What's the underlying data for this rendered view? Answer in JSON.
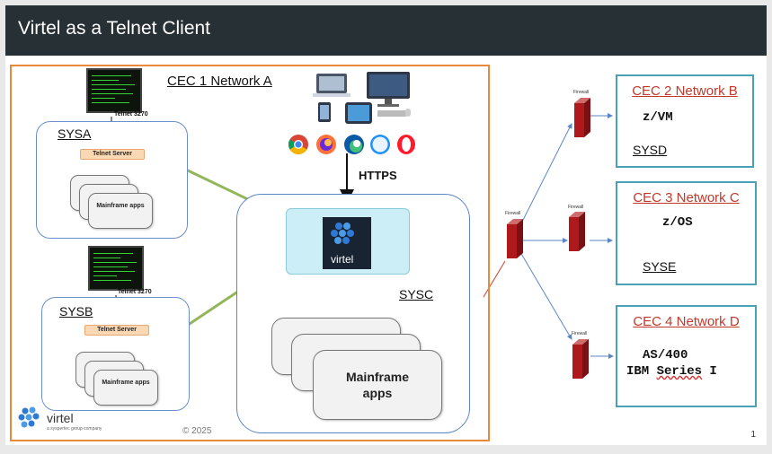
{
  "title": "Virtel as a Telnet Client",
  "cec1": {
    "label": "CEC 1 Network A"
  },
  "sysa": {
    "label": "SYSA",
    "telnet_label": "Telnet 3270",
    "server_label": "Telnet Server",
    "apps_label": "Mainframe apps"
  },
  "sysb": {
    "label": "SYSB",
    "telnet_label": "Telnet 3270",
    "server_label": "Telnet Server",
    "apps_label": "Mainframe apps"
  },
  "sysc": {
    "label": "SYSC",
    "virtel_box_label": "virtel",
    "apps_label": "Mainframe apps"
  },
  "https_label": "HTTPS",
  "firewall_label": "Firewall",
  "cec2": {
    "label": "CEC 2 Network B",
    "os": "z/VM",
    "sys": "SYSD"
  },
  "cec3": {
    "label": "CEC 3 Network C",
    "os": "z/OS",
    "sys": "SYSE"
  },
  "cec4": {
    "label": "CEC 4 Network D",
    "os_line1": "AS/400",
    "os_line2_prefix": "IBM ",
    "os_line2_word": "Series",
    "os_line2_suffix": " I"
  },
  "footer": {
    "logo_text": "virtel",
    "logo_sub": "a syspertec group company",
    "copyright": "© 2025",
    "page": "1"
  },
  "colors": {
    "title_bg": "#273034",
    "cec1_border": "#e8893c",
    "net_border": "#4aa3b5",
    "net_title": "#c0392b",
    "arrow_green": "#93b65a",
    "line_red": "#c8553d",
    "line_blue": "#5b86c6",
    "firewall": "#b0191c"
  },
  "icons": [
    "laptop-icon",
    "desktop-icon",
    "phone-icon",
    "tablet-icon",
    "chrome-icon",
    "firefox-icon",
    "edge-icon",
    "safari-icon",
    "opera-icon",
    "firewall-icon",
    "terminal-screen-icon",
    "virtel-logo-icon"
  ]
}
